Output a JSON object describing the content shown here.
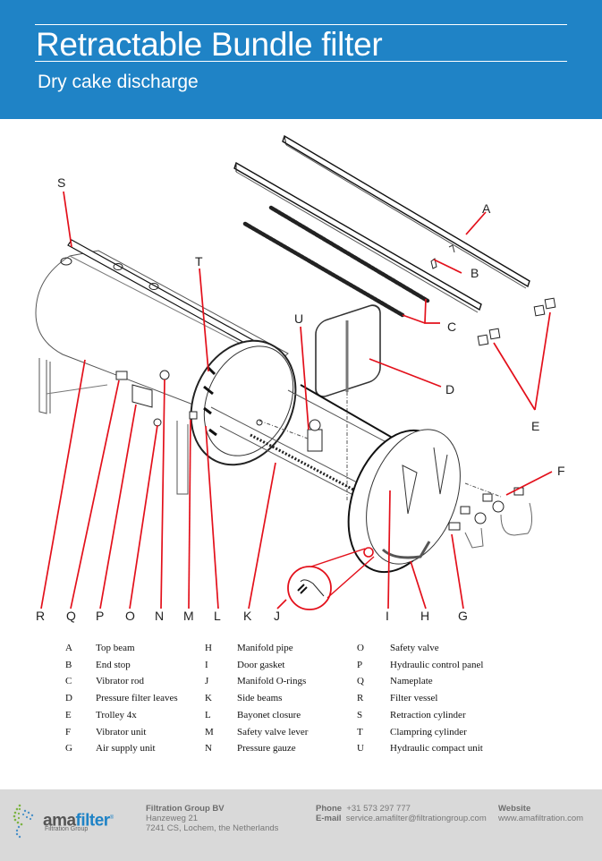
{
  "header": {
    "title": "Retractable Bundle filter",
    "subtitle": "Dry cake discharge",
    "background_color": "#1f83c6"
  },
  "diagram": {
    "callout_color": "#e3101b",
    "callouts": {
      "A": "A",
      "B": "B",
      "C": "C",
      "D": "D",
      "E": "E",
      "F": "F",
      "G": "G",
      "H": "H",
      "I": "I",
      "J": "J",
      "K": "K",
      "L": "L",
      "M": "M",
      "N": "N",
      "O": "O",
      "P": "P",
      "Q": "Q",
      "R": "R",
      "S": "S",
      "T": "T",
      "U": "U"
    }
  },
  "legend": {
    "columns": [
      [
        {
          "key": "A",
          "label": "Top beam"
        },
        {
          "key": "B",
          "label": "End stop"
        },
        {
          "key": "C",
          "label": "Vibrator rod"
        },
        {
          "key": "D",
          "label": "Pressure filter leaves"
        },
        {
          "key": "E",
          "label": "Trolley 4x"
        },
        {
          "key": "F",
          "label": "Vibrator unit"
        },
        {
          "key": "G",
          "label": "Air supply unit"
        }
      ],
      [
        {
          "key": "H",
          "label": "Manifold pipe"
        },
        {
          "key": "I",
          "label": "Door gasket"
        },
        {
          "key": "J",
          "label": "Manifold O-rings"
        },
        {
          "key": "K",
          "label": "Side beams"
        },
        {
          "key": "L",
          "label": "Bayonet closure"
        },
        {
          "key": "M",
          "label": "Safety valve lever"
        },
        {
          "key": "N",
          "label": "Pressure gauze"
        }
      ],
      [
        {
          "key": "O",
          "label": "Safety valve"
        },
        {
          "key": "P",
          "label": "Hydraulic control panel"
        },
        {
          "key": "Q",
          "label": "Nameplate"
        },
        {
          "key": "R",
          "label": "Filter vessel"
        },
        {
          "key": "S",
          "label": "Retraction cylinder"
        },
        {
          "key": "T",
          "label": "Clampring cylinder"
        },
        {
          "key": "U",
          "label": "Hydraulic compact unit"
        }
      ]
    ]
  },
  "footer": {
    "logo": {
      "word_a": "ama",
      "word_b": "filter",
      "registered": "®",
      "sub": "Filtration Group",
      "color_a": "#555555",
      "color_b": "#1f83c6"
    },
    "company": {
      "name": "Filtration Group BV",
      "street": "Hanzeweg  21",
      "city": "7241 CS, Lochem, the Netherlands"
    },
    "contact": {
      "phone_label": "Phone",
      "phone": "+31 573 297 777",
      "email_label": "E-mail",
      "email": "service.amafilter@filtrationgroup.com"
    },
    "website": {
      "label": "Website",
      "url": "www.amafiltration.com"
    }
  }
}
